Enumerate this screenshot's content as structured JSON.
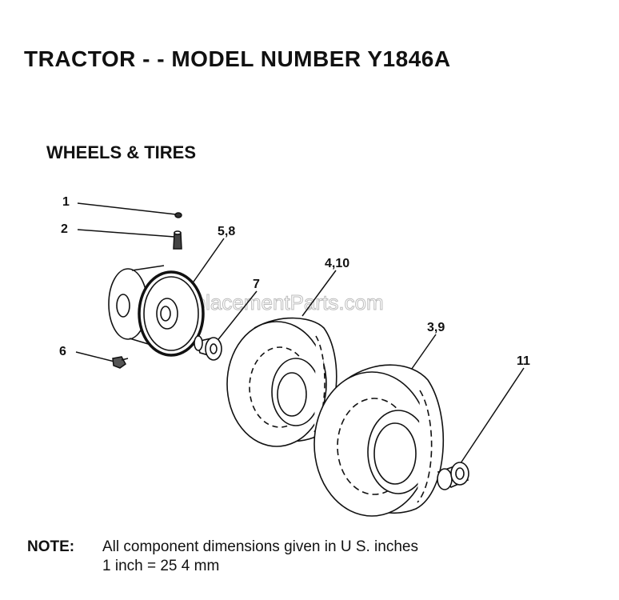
{
  "title": "TRACTOR - - MODEL NUMBER Y1846A",
  "section": "WHEELS & TIRES",
  "watermark": "eReplacementParts.com",
  "callouts": {
    "c1": "1",
    "c2": "2",
    "c58": "5,8",
    "c7": "7",
    "c6": "6",
    "c410": "4,10",
    "c39": "3,9",
    "c11": "11"
  },
  "note": {
    "label": "NOTE:",
    "line1": "All component dimensions given in U S. inches",
    "line2": "1 inch = 25 4 mm"
  }
}
